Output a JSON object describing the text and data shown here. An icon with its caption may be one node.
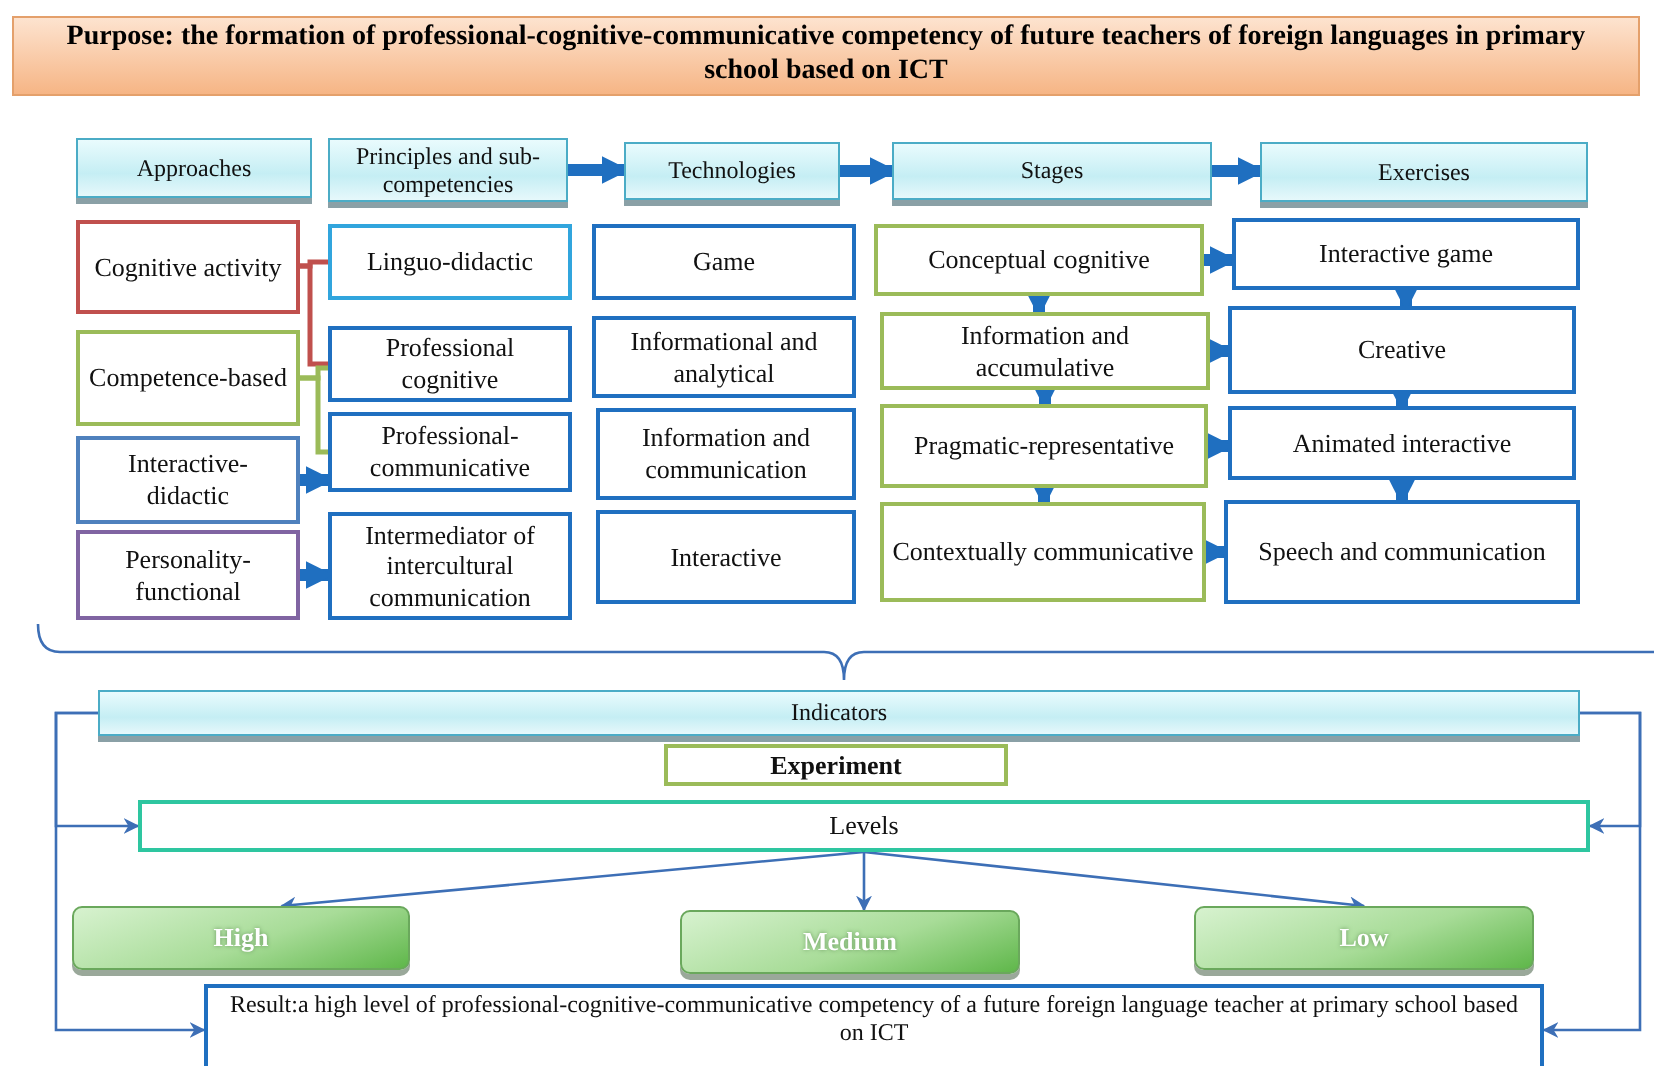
{
  "diagram": {
    "title": "Purpose: the formation of professional-cognitive-communicative competency of future teachers of foreign languages in primary school based on ICT",
    "nodes": [
      {
        "text": [
          "Approaches"
        ]
      },
      {
        "text": [
          "Principles and sub-competencies"
        ]
      },
      {
        "text": [
          "Technologies"
        ]
      },
      {
        "text": [
          "Stages"
        ]
      },
      {
        "text": [
          "Exercises"
        ]
      },
      {
        "text": [
          "Cognitive activity"
        ]
      },
      {
        "text": [
          "Competence-based"
        ]
      },
      {
        "text": [
          "Interactive-didactic"
        ]
      },
      {
        "text": [
          "Personality-functional"
        ]
      },
      {
        "text": [
          "Linguo-didactic"
        ]
      },
      {
        "text": [
          "Professional cognitive"
        ]
      },
      {
        "text": [
          "Professional-communicative"
        ]
      },
      {
        "text": [
          "Intermediator of intercultural communication"
        ]
      },
      {
        "text": [
          "Game"
        ]
      },
      {
        "text": [
          "Informational and analytical"
        ]
      },
      {
        "text": [
          "Information and communication"
        ]
      },
      {
        "text": [
          "Interactive"
        ]
      },
      {
        "text": [
          "Conceptual cognitive"
        ]
      },
      {
        "text": [
          "Information and accumulative"
        ]
      },
      {
        "text": [
          "Pragmatic-representative"
        ]
      },
      {
        "text": [
          "Contextually communicative"
        ]
      },
      {
        "text": [
          "Interactive game"
        ]
      },
      {
        "text": [
          "Creative"
        ]
      },
      {
        "text": [
          "Animated interactive"
        ]
      },
      {
        "text": [
          "Speech and communication"
        ]
      },
      {
        "text": [
          "Indicators"
        ]
      },
      {
        "text": [
          "Experiment"
        ]
      },
      {
        "text": [
          "Levels"
        ]
      },
      {
        "text": [
          "High"
        ]
      },
      {
        "text": [
          "Medium"
        ]
      },
      {
        "text": [
          "Low"
        ]
      },
      {
        "text": [
          "Result:a high level of professional-cognitive-communicative competency of a future foreign language teacher at primary school based on ICT"
        ]
      }
    ],
    "edges": [
      {
        "from": 1,
        "to": 2,
        "arrow": "to"
      },
      {
        "from": 2,
        "to": 3,
        "arrow": "to"
      },
      {
        "from": 3,
        "to": 4,
        "arrow": "to"
      },
      {
        "from": 5,
        "to": 9,
        "arrow": "none",
        "color": "#c0504d"
      },
      {
        "from": 5,
        "to": 10,
        "arrow": "none",
        "color": "#c0504d"
      },
      {
        "from": 6,
        "to": 10,
        "arrow": "none",
        "color": "#9bbb59"
      },
      {
        "from": 6,
        "to": 11,
        "arrow": "none",
        "color": "#9bbb59"
      },
      {
        "from": 7,
        "to": 11,
        "arrow": "to"
      },
      {
        "from": 8,
        "to": 12,
        "arrow": "to"
      },
      {
        "from": 17,
        "to": 18,
        "arrow": "to"
      },
      {
        "from": 18,
        "to": 19,
        "arrow": "to"
      },
      {
        "from": 19,
        "to": 20,
        "arrow": "to"
      },
      {
        "from": 17,
        "to": 21,
        "arrow": "to"
      },
      {
        "from": 18,
        "to": 22,
        "arrow": "to"
      },
      {
        "from": 19,
        "to": 23,
        "arrow": "to"
      },
      {
        "from": 20,
        "to": 24,
        "arrow": "to"
      },
      {
        "from": 21,
        "to": 22,
        "arrow": "to"
      },
      {
        "from": 22,
        "to": 23,
        "arrow": "to"
      },
      {
        "from": 23,
        "to": 24,
        "arrow": "to"
      },
      {
        "from": 25,
        "to": 27,
        "arrow": "to"
      },
      {
        "from": 25,
        "to": 27,
        "arrow": "to"
      },
      {
        "from": 25,
        "to": 31,
        "arrow": "to"
      },
      {
        "from": 25,
        "to": 31,
        "arrow": "to"
      },
      {
        "from": 27,
        "to": 28,
        "arrow": "to"
      },
      {
        "from": 27,
        "to": 29,
        "arrow": "to"
      },
      {
        "from": 27,
        "to": 30,
        "arrow": "to"
      }
    ]
  }
}
